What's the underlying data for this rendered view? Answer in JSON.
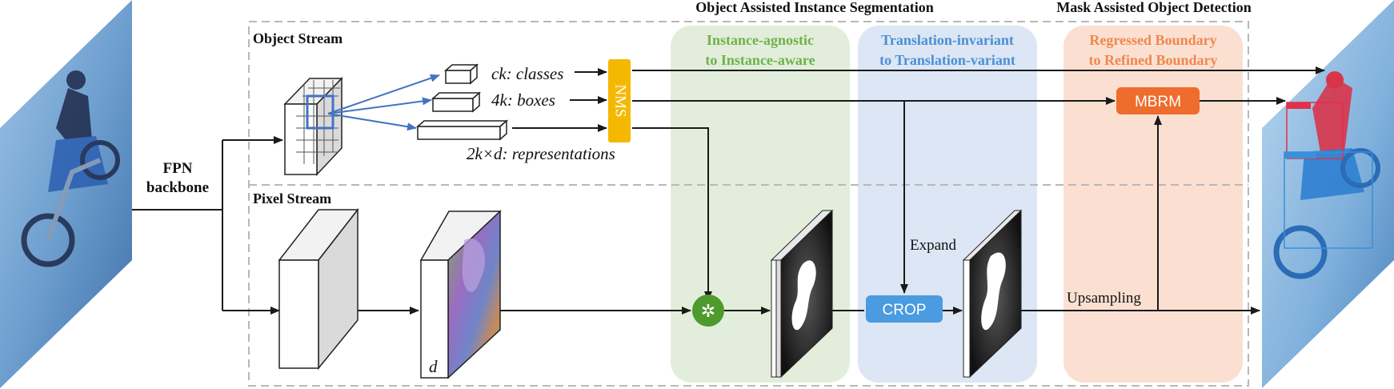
{
  "headers": {
    "instance_segmentation": "Object Assisted Instance Segmentation",
    "object_detection": "Mask Assisted Object Detection"
  },
  "streams": {
    "object": "Object Stream",
    "pixel": "Pixel Stream"
  },
  "backbone": {
    "line1": "FPN",
    "line2": "backbone"
  },
  "outputs": {
    "classes": "ck: classes",
    "boxes": "4k: boxes",
    "representations": "2k×d: representations"
  },
  "nms": "NMS",
  "panels": {
    "green": {
      "line1": "Instance-agnostic",
      "line2": "to Instance-aware",
      "color": "#6fb24a"
    },
    "blue": {
      "line1": "Translation-invariant",
      "line2": "to Translation-variant",
      "color": "#4a8fd6"
    },
    "orange": {
      "line1": "Regressed Boundary",
      "line2": "to Refined Boundary",
      "color": "#f0874d"
    }
  },
  "mbrm": "MBRM",
  "crop": "CROP",
  "expand": "Expand",
  "upsampling": "Upsampling",
  "feature_dim": "d",
  "conv_symbol": "✲",
  "colors": {
    "arrow": "#1a1a1a",
    "fc_arrow": "#4472c4",
    "nms": "#f5b800",
    "mbrm": "#ee6c2c",
    "crop": "#4a9be0",
    "conv": "#4e9a2c",
    "dashed": "#b8b8b8"
  }
}
